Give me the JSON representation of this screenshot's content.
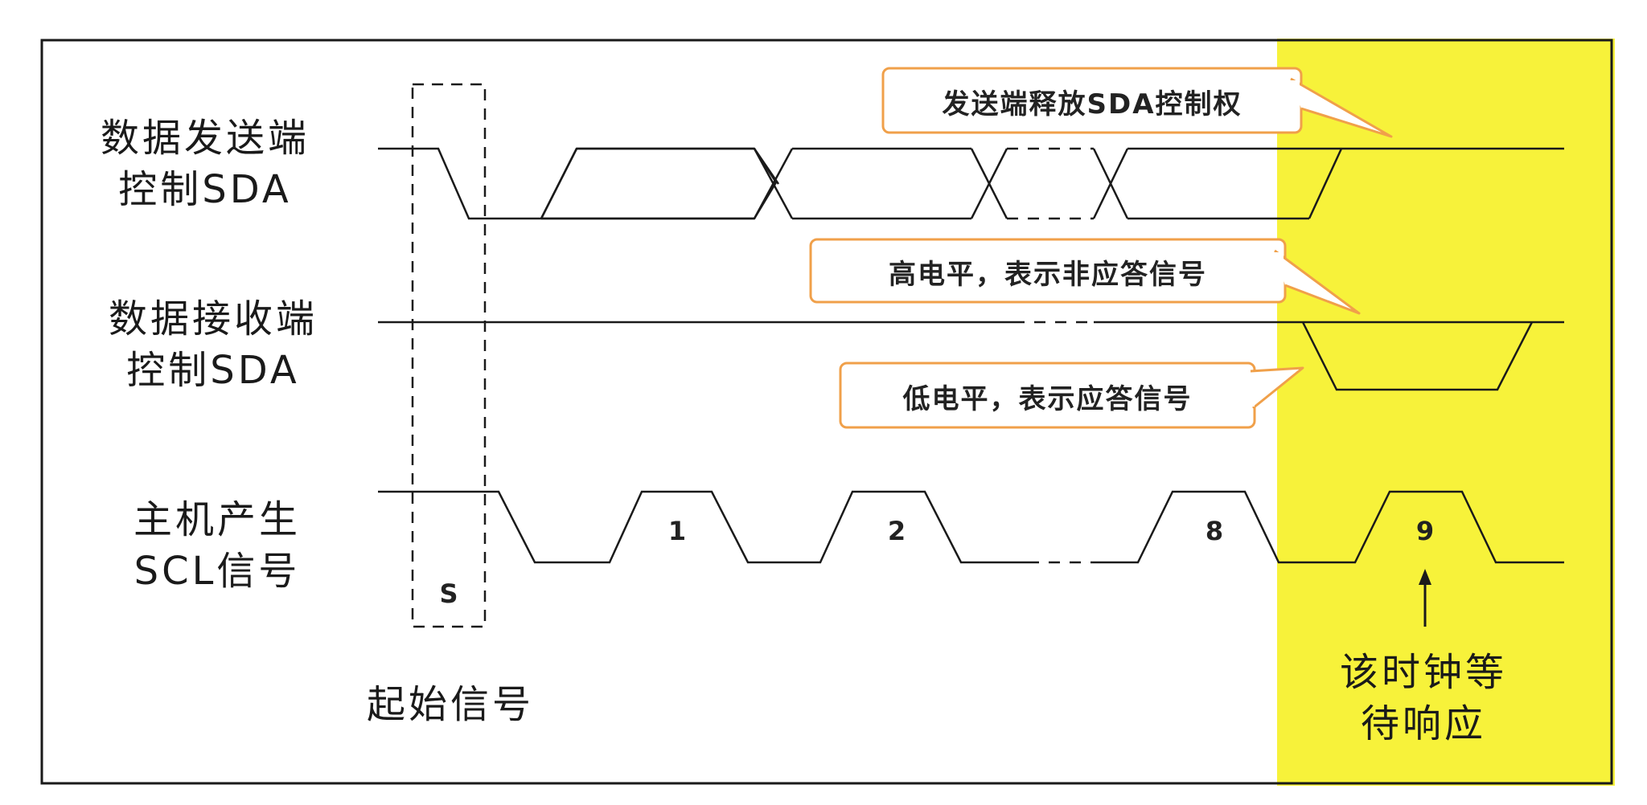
{
  "signals": {
    "sender_sda": {
      "line1": "数据发送端",
      "line2": "控制SDA"
    },
    "receiver_sda": {
      "line1": "数据接收端",
      "line2": "控制SDA"
    },
    "master_scl": {
      "line1": "主机产生",
      "line2": "SCL信号"
    }
  },
  "callouts": {
    "sender_release": "发送端释放SDA控制权",
    "high_nack": "高电平，表示非应答信号",
    "low_ack": "低电平，表示应答信号"
  },
  "clock_bits": [
    "1",
    "2",
    "8",
    "9"
  ],
  "start_box_label": "S",
  "start_signal_label": "起始信号",
  "ack_wait": {
    "line1": "该时钟等",
    "line2": "待响应"
  },
  "colors": {
    "highlight": "#f7f23a",
    "callout_border": "#f0a04a",
    "line": "#1a1a1a"
  }
}
